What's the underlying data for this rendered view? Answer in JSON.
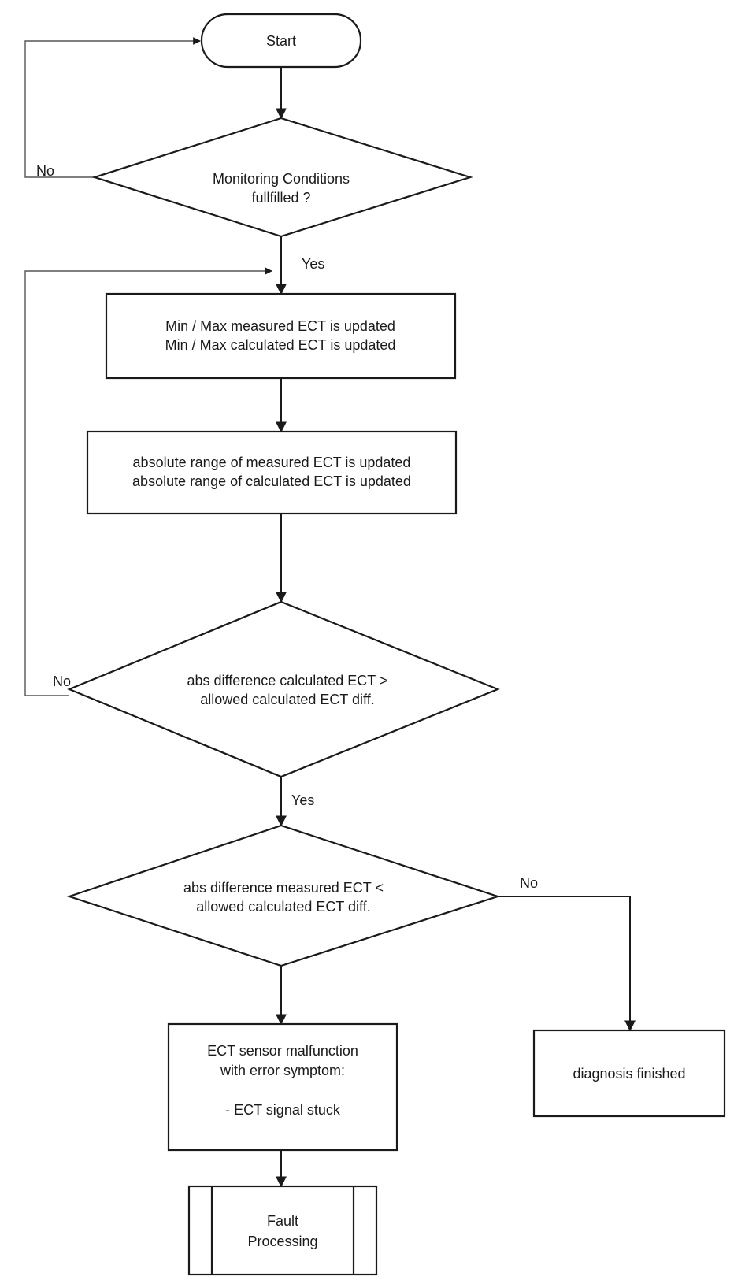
{
  "flowchart": {
    "start": "Start",
    "check_conditions": [
      "Monitoring Conditions",
      "fullfilled ?"
    ],
    "update_minmax": [
      "Min / Max measured ECT is updated",
      "Min / Max calculated ECT is updated"
    ],
    "update_range": [
      "absolute range of measured ECT is updated",
      "absolute range of calculated ECT is updated"
    ],
    "check_calculated": [
      "abs difference calculated ECT  >",
      "allowed calculated ECT diff."
    ],
    "check_measured": [
      "abs difference measured ECT  <",
      "allowed calculated ECT diff."
    ],
    "malfunction": [
      "ECT sensor malfunction",
      "with error symptom:",
      "",
      "- ECT signal stuck"
    ],
    "diagnosis_finished": "diagnosis finished",
    "fault_processing": [
      "Fault",
      "Processing"
    ],
    "labels": {
      "no_conditions": "No",
      "yes_conditions": "Yes",
      "no_calculated": "No",
      "yes_calculated": "Yes",
      "no_measured": "No"
    }
  }
}
